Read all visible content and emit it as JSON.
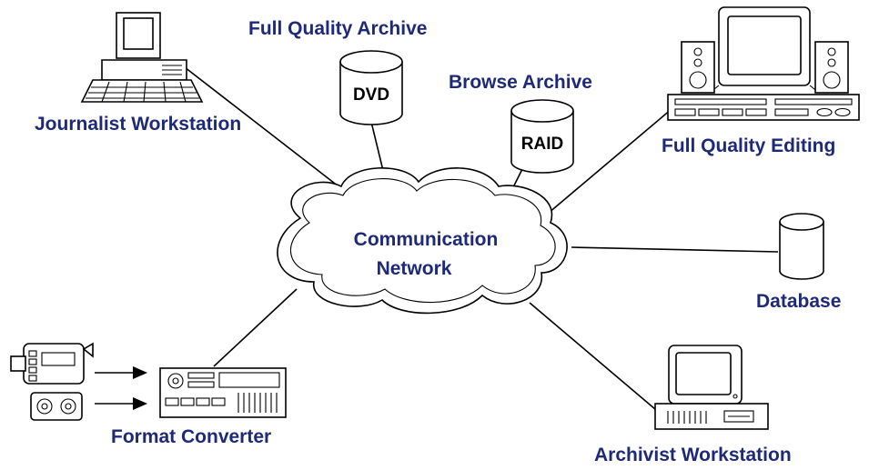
{
  "nodes": {
    "network": {
      "line1": "Communication",
      "line2": "Network"
    },
    "full_quality_archive": {
      "label": "Full Quality Archive",
      "media": "DVD"
    },
    "browse_archive": {
      "label": "Browse Archive",
      "media": "RAID"
    },
    "journalist_workstation": {
      "label": "Journalist Workstation"
    },
    "full_quality_editing": {
      "label": "Full Quality Editing"
    },
    "database": {
      "label": "Database"
    },
    "format_converter": {
      "label": "Format Converter"
    },
    "archivist_workstation": {
      "label": "Archivist Workstation"
    }
  },
  "colors": {
    "label": "#1e2a78",
    "line": "#000000"
  }
}
